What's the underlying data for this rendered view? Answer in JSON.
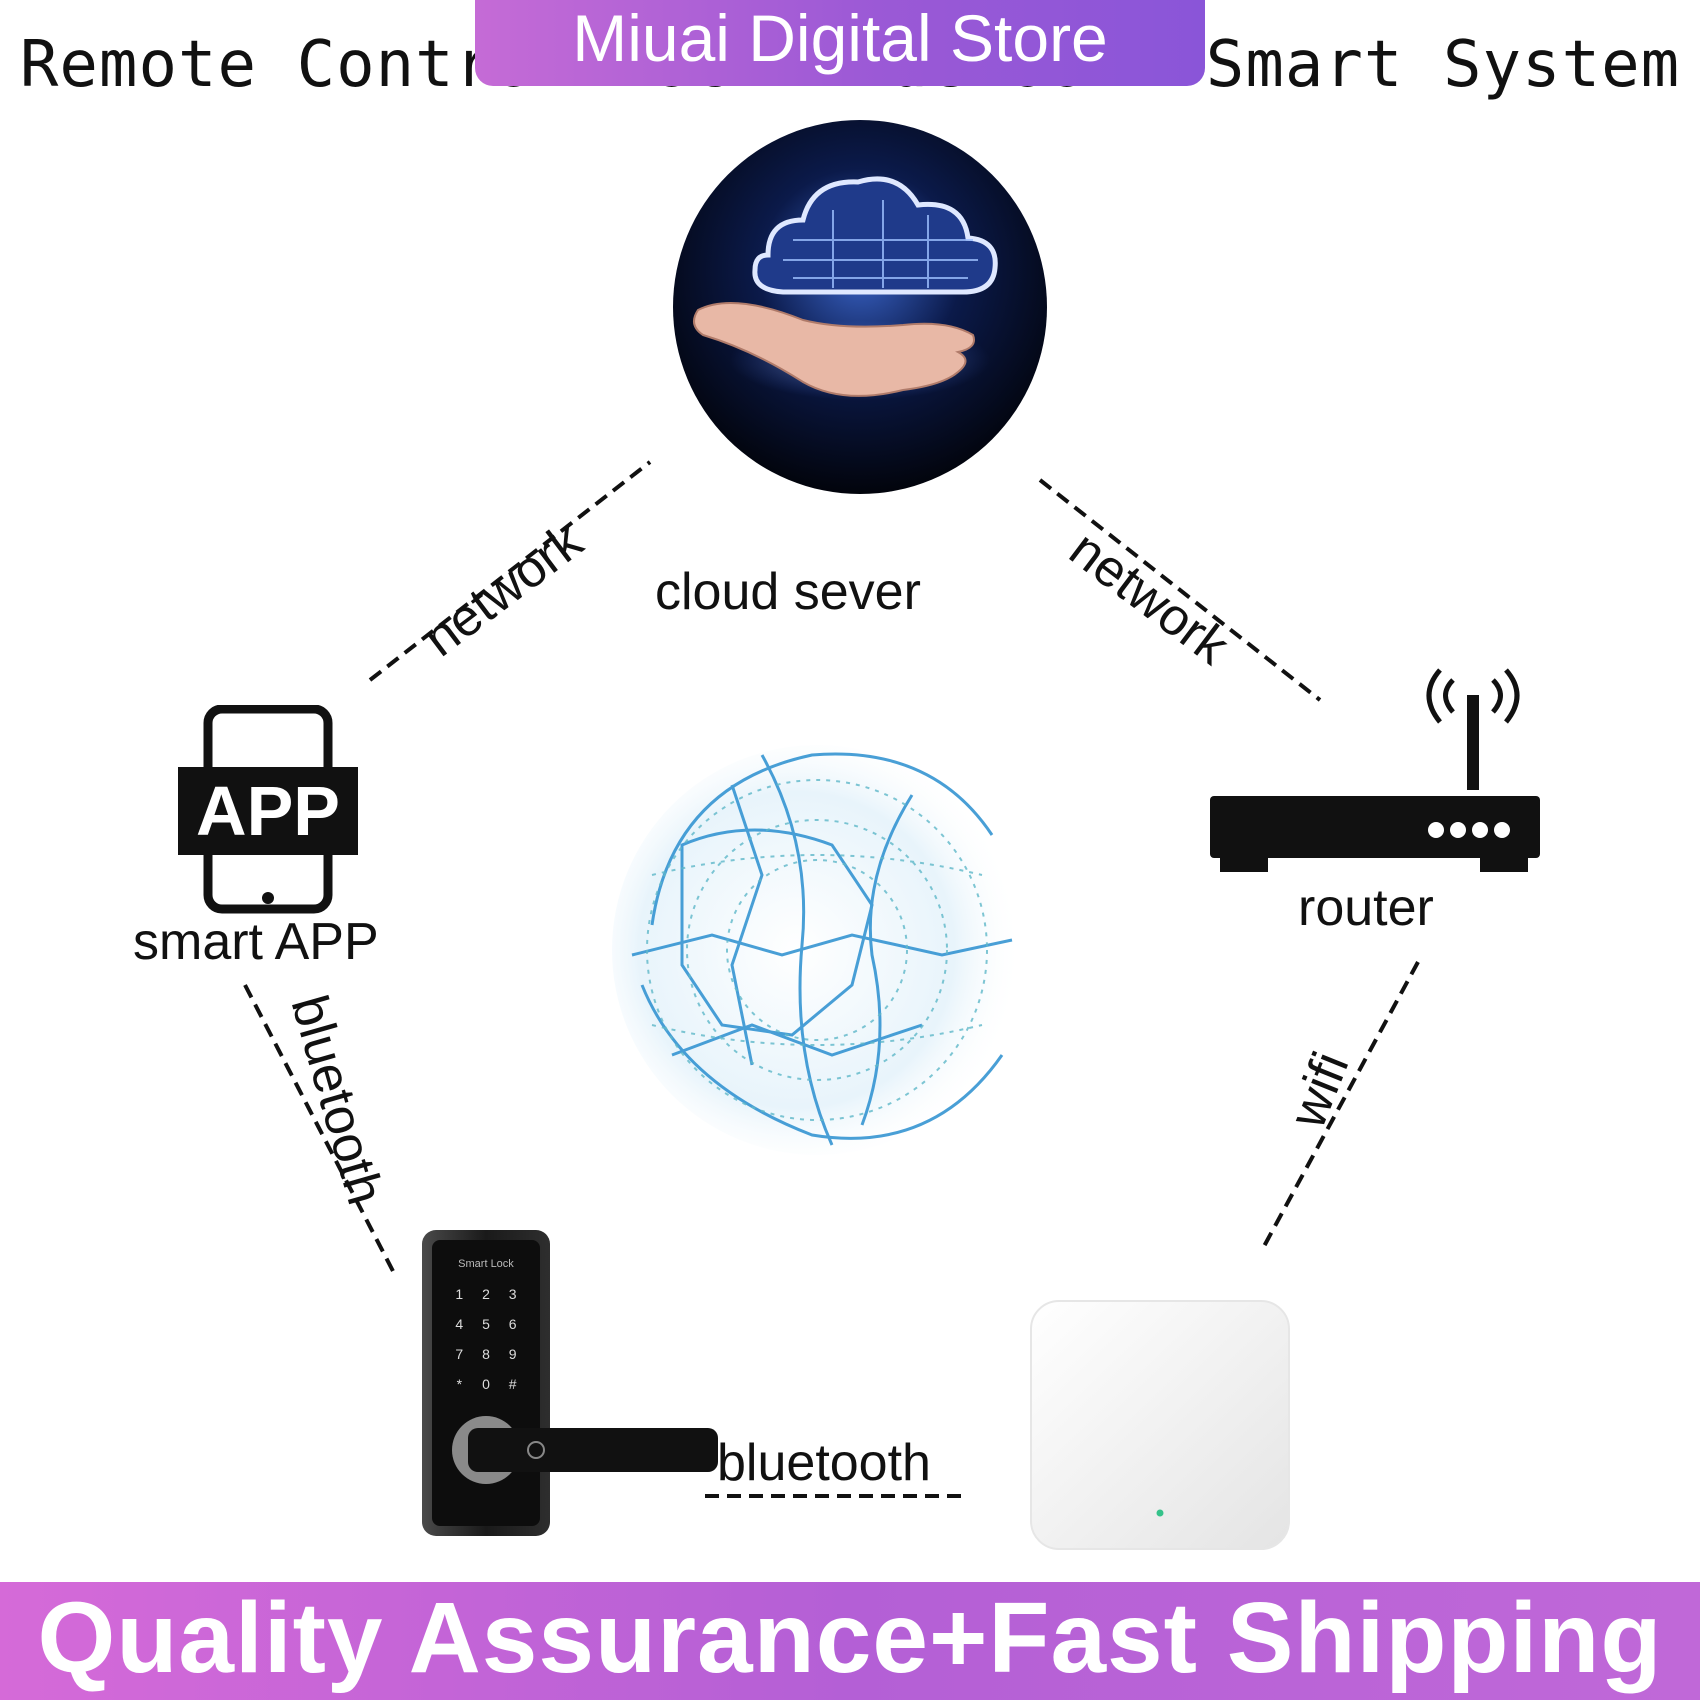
{
  "title": "Remote Control Lock Bluetooth Smart System",
  "store_banner": "Miuai Digital Store",
  "footer_banner": "Quality Assurance+Fast Shipping",
  "nodes": {
    "cloud": {
      "label": "cloud sever",
      "icon": "cloud-hand-icon"
    },
    "app": {
      "label": "smart APP",
      "badge": "APP",
      "icon": "smartphone-app-icon"
    },
    "router": {
      "label": "router",
      "icon": "router-icon"
    },
    "lock": {
      "icon": "smart-lock-icon",
      "brand": "Smart Lock",
      "keys": [
        "1",
        "2",
        "3",
        "4",
        "5",
        "6",
        "7",
        "8",
        "9",
        "*",
        "0",
        "#"
      ]
    },
    "gateway": {
      "icon": "gateway-hub-icon"
    },
    "globe": {
      "icon": "network-globe-icon"
    }
  },
  "connections": {
    "app_cloud": "network",
    "cloud_router": "network",
    "app_lock": "bluetooth",
    "router_gateway": "wifi",
    "lock_gateway": "bluetooth"
  },
  "colors": {
    "banner_purple": "#9b59d6",
    "banner_pink": "#d56ad8",
    "globe_blue": "#2a8fd0",
    "line": "#111111"
  }
}
